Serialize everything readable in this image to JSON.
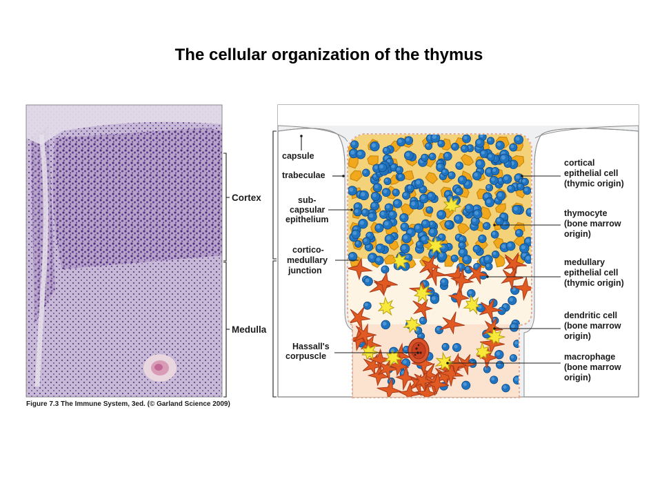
{
  "title": "The cellular organization of the thymus",
  "figure": {
    "caption": "Figure 7.3 The Immune System, 3ed. (© Garland Science 2009)",
    "regions": {
      "cortex": "Cortex",
      "medulla": "Medulla"
    },
    "left_labels": {
      "capsule": "capsule",
      "trabeculae": "trabeculae",
      "subcapsular": [
        "sub-",
        "capsular",
        "epithelium"
      ],
      "corticomedullary": [
        "cortico-",
        "medullary",
        "junction"
      ],
      "hassalls": [
        "Hassall's",
        "corpuscle"
      ]
    },
    "right_labels": {
      "cortical_epithelial": [
        "cortical",
        "epithelial cell",
        "(thymic origin)"
      ],
      "thymocyte": [
        "thymocyte",
        "(bone marrow",
        "origin)"
      ],
      "medullary_epithelial": [
        "medullary",
        "epithelial cell",
        "(thymic origin)"
      ],
      "dendritic": [
        "dendritic cell",
        "(bone marrow",
        "origin)"
      ],
      "macrophage": [
        "macrophage",
        "(bone marrow",
        "origin)"
      ]
    },
    "colors": {
      "histology_bg": "#b9a3c8",
      "histology_cells": "#5a3a8a",
      "capsule": "#eef0f2",
      "thymocyte": "#1f73bf",
      "cortical_epithelial": "#f2a81d",
      "medullary_epithelial": "#e05a22",
      "dendritic": "#f7e83a",
      "hassall": "#c7401f",
      "medulla_bg": "#fbe7d8"
    }
  }
}
